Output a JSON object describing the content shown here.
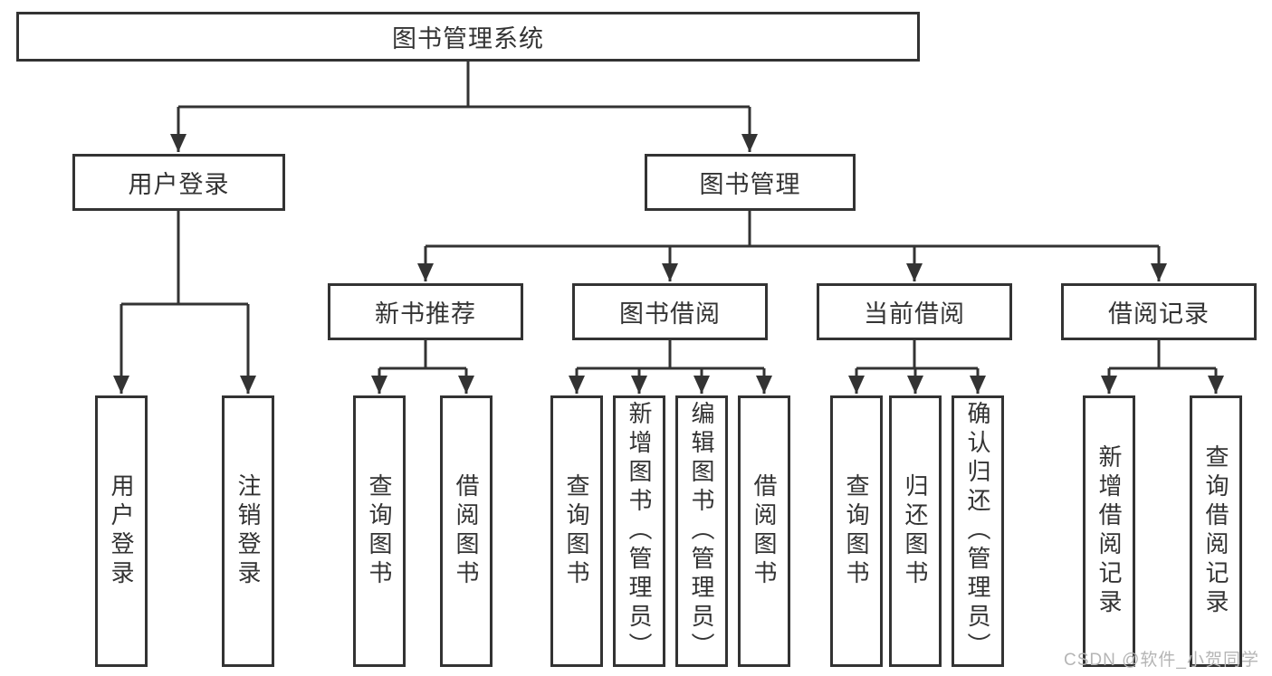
{
  "diagram": {
    "root": "图书管理系统",
    "branches": [
      {
        "label": "用户登录",
        "children": [
          "用户登录",
          "注销登录"
        ]
      },
      {
        "label": "图书管理",
        "groups": [
          {
            "label": "新书推荐",
            "children": [
              "查询图书",
              "借阅图书"
            ]
          },
          {
            "label": "图书借阅",
            "children": [
              "查询图书",
              "新增图书（管理员）",
              "编辑图书（管理员）",
              "借阅图书"
            ]
          },
          {
            "label": "当前借阅",
            "children": [
              "查询图书",
              "归还图书",
              "确认归还（管理员）"
            ]
          },
          {
            "label": "借阅记录",
            "children": [
              "新增借阅记录",
              "查询借阅记录"
            ]
          }
        ]
      }
    ]
  },
  "watermark": "CSDN @软件_小贺同学",
  "colors": {
    "line": "#333333",
    "text": "#333333",
    "background": "#ffffff",
    "watermark": "#b5b5b5"
  }
}
